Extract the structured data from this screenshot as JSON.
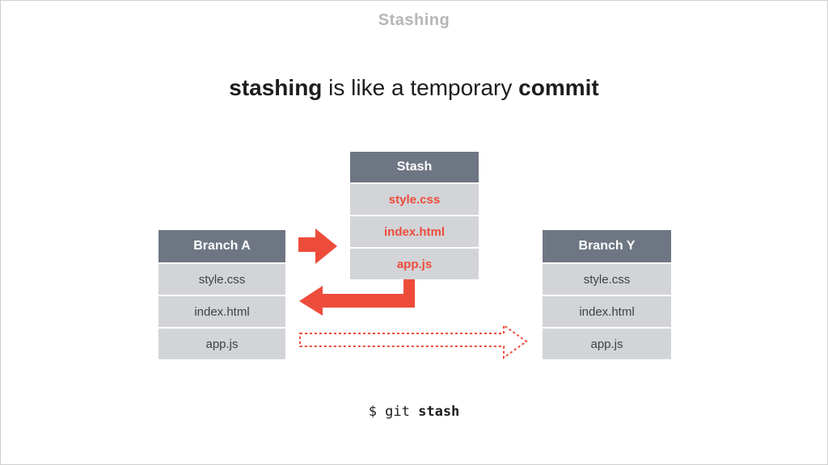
{
  "slide": {
    "kicker": "Stashing",
    "title": {
      "bold_start": "stashing",
      "middle": " is like a temporary ",
      "bold_end": "commit"
    },
    "command": {
      "prompt": "$ git ",
      "bold": "stash"
    }
  },
  "boxes": {
    "stash": {
      "title": "Stash",
      "rows": [
        "style.css",
        "index.html",
        "app.js"
      ]
    },
    "branch_a": {
      "title": "Branch A",
      "rows": [
        "style.css",
        "index.html",
        "app.js"
      ]
    },
    "branch_y": {
      "title": "Branch Y",
      "rows": [
        "style.css",
        "index.html",
        "app.js"
      ]
    }
  },
  "icons": {
    "stash_arrow": "arrow-right-solid",
    "unstash_arrow": "arrow-left-elbow-solid",
    "branch_switch_arrow": "arrow-right-dotted-outline"
  },
  "colors": {
    "accent_red": "#ee4c3a",
    "box_header_gray": "#6f7683",
    "box_row_gray": "#d2d4d8",
    "kicker_gray": "#b5b6b8",
    "text_dark": "#1d1d1f"
  }
}
